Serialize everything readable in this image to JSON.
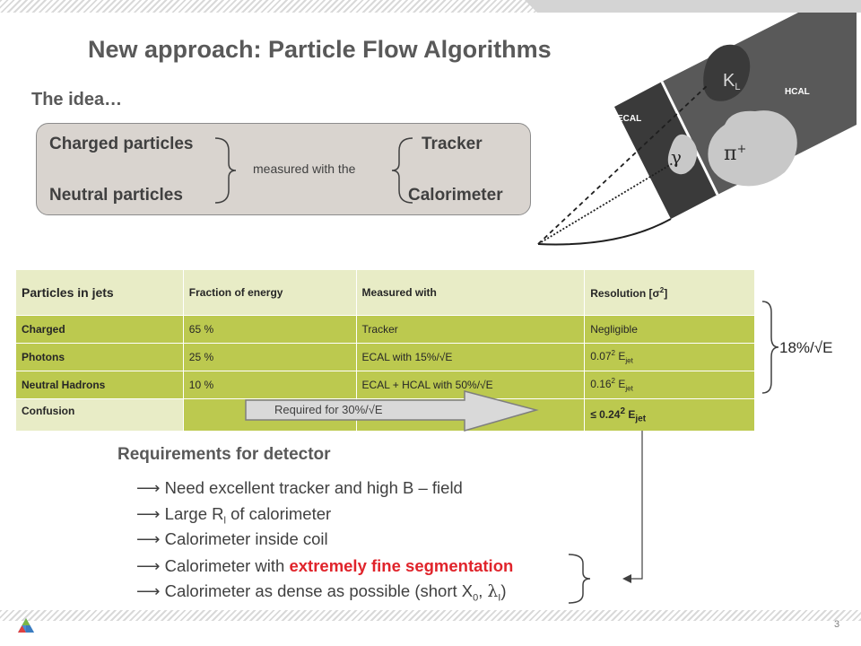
{
  "slide": {
    "title": "New approach: Particle Flow Algorithms",
    "page_number": "3"
  },
  "idea": {
    "heading": "The idea…",
    "left_top": "Charged particles",
    "left_bottom": "Neutral particles",
    "middle": "measured with the",
    "right_top": "Tracker",
    "right_bottom": "Calorimeter"
  },
  "diagram": {
    "ecal_label": "ECAL",
    "hcal_label": "HCAL",
    "kl_label": "K",
    "kl_sub": "L",
    "gamma_label": "γ",
    "pion_label": "π",
    "pion_sup": "+"
  },
  "table": {
    "headers": [
      "Particles in jets",
      "Fraction of energy",
      "Measured with",
      "Resolution [σ",
      "2",
      "]"
    ],
    "rows": [
      {
        "particle": "Charged",
        "fraction": "65 %",
        "measured": "Tracker",
        "resolution": "Negligible"
      },
      {
        "particle": "Photons",
        "fraction": "25 %",
        "measured": "ECAL with 15%/√E",
        "res_base": "0.07",
        "res_exp": "2",
        "res_e": " E",
        "res_sub": "jet"
      },
      {
        "particle": "Neutral Hadrons",
        "fraction": "10 %",
        "measured": "ECAL + HCAL with 50%/√E",
        "res_base": "0.16",
        "res_exp": "2",
        "res_e": " E",
        "res_sub": "jet"
      }
    ],
    "confusion": {
      "label": "Confusion",
      "res_base": "≤ 0.24",
      "res_exp": "2",
      "res_e": " E",
      "res_sub": "jet"
    }
  },
  "arrow_label": "Required for 30%/√E",
  "total_resolution": "18%/√E",
  "requirements": {
    "heading": "Requirements for detector",
    "items": [
      {
        "arrow": "⟶",
        "text": "Need excellent tracker and high B – field"
      },
      {
        "arrow": "⟶",
        "pre": "Large R",
        "sub": "l",
        "post": " of calorimeter"
      },
      {
        "arrow": "⟶",
        "text": "Calorimeter inside coil"
      },
      {
        "arrow": "⟶",
        "pre": "Calorimeter with ",
        "highlight": "extremely fine segmentation"
      },
      {
        "arrow": "⟶",
        "pre": "Calorimeter as dense as possible (short X",
        "sub": "0",
        "mid": ", ",
        "lambda": "λ",
        "lsub": "I",
        "post": ")"
      }
    ]
  },
  "colors": {
    "table_header_bg": "#e8ecc6",
    "table_row_bg": "#bcc94f",
    "highlight_red": "#e0242b",
    "idea_box_bg": "#d9d4cf"
  }
}
